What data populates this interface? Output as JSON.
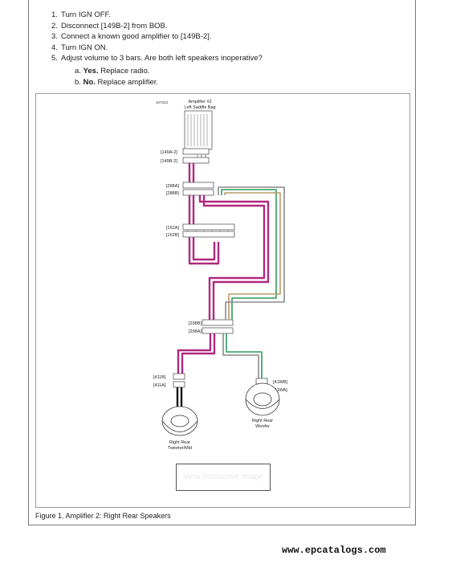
{
  "steps": [
    {
      "num": "1.",
      "text": "Turn IGN OFF."
    },
    {
      "num": "2.",
      "text": "Disconnect [149B-2] from BOB."
    },
    {
      "num": "3.",
      "text": "Connect a known good amplifier to [149B-2]."
    },
    {
      "num": "4.",
      "text": "Turn IGN ON."
    },
    {
      "num": "5.",
      "text": "Adjust volume to 3 bars. Are both left speakers inoperative?"
    }
  ],
  "substeps": [
    {
      "letter": "a.",
      "bold": "Yes.",
      "text": " Replace radio."
    },
    {
      "letter": "b.",
      "bold": "No.",
      "text": " Replace amplifier."
    }
  ],
  "figure": {
    "id_code": "107313",
    "amp_title_1": "Amplifier #2",
    "amp_title_2": "Left Saddle Bag",
    "connectors": [
      "[149A-2]",
      "[149B-2]",
      "[288A]",
      "[288B]",
      "[162A]",
      "[162B]",
      "[298B]",
      "[298A]",
      "[411B]",
      "[411A]",
      "[41WB]",
      "[41WA]"
    ],
    "speaker_left_1": "Right Rear",
    "speaker_left_2": "Tweeter/Mid",
    "speaker_right_1": "Right Rear",
    "speaker_right_2": "Woofer",
    "caption": "Figure 1. Amplifier 2: Right Rear Speakers",
    "view_button": "View interactive image"
  },
  "footer_url": "www.epcatalogs.com",
  "colors": {
    "violet": "#b0287f",
    "green": "#2f9a5c",
    "tan": "#b89a6a",
    "grey": "#8a8a8a"
  }
}
